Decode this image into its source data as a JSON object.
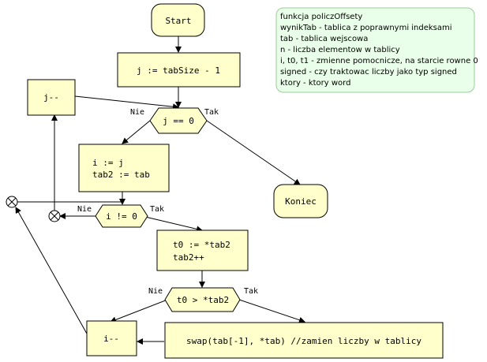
{
  "colors": {
    "box_fill": "#ffffcc",
    "box_stroke": "#000000",
    "note_fill": "#eaffea",
    "note_stroke": "#99cc99",
    "line": "#000000"
  },
  "nodes": {
    "start": "Start",
    "init_j": "j := tabSize - 1",
    "cond_j": "j == 0",
    "dec_j": "j--",
    "init_i_line1": "i := j",
    "init_i_line2": "tab2 := tab",
    "koniec": "Koniec",
    "cond_i": "i != 0",
    "read_line1": "t0 := *tab2",
    "read_line2": "tab2++",
    "cond_t0": "t0 > *tab2",
    "dec_i": "i--",
    "swap": "swap(tab[-1], *tab) //zamien liczby w tablicy"
  },
  "labels": {
    "nie_1": "Nie",
    "tak_1": "Tak",
    "nie_2": "Nie",
    "tak_2": "Tak",
    "nie_3": "Nie",
    "tak_3": "Tak"
  },
  "note": {
    "lines": [
      "funkcja policzOffsety",
      "wynikTab - tablica z poprawnymi indeksami",
      "tab - tablica wejscowa",
      "n - liczba elementow w tablicy",
      "i, t0, t1 - zmienne pomocnicze, na starcie rowne 0",
      "signed - czy traktowac liczby jako typ signed",
      "ktory - ktory word"
    ]
  }
}
